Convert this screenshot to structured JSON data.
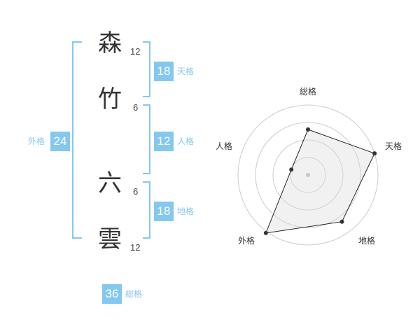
{
  "name": {
    "chars": [
      {
        "char": "森",
        "strokes": "12"
      },
      {
        "char": "竹",
        "strokes": "6"
      },
      {
        "char": "六",
        "strokes": "6"
      },
      {
        "char": "雲",
        "strokes": "12"
      }
    ]
  },
  "scores": {
    "tenkaku": {
      "value": "18",
      "label": "天格"
    },
    "jinkaku": {
      "value": "12",
      "label": "人格"
    },
    "chikaku": {
      "value": "18",
      "label": "地格"
    },
    "gaikaku": {
      "value": "24",
      "label": "外格"
    },
    "soukaku": {
      "value": "36",
      "label": "総格"
    }
  },
  "colors": {
    "accent": "#84c8f0",
    "text": "#333333"
  },
  "chart_data": {
    "type": "radar",
    "axes": [
      "総格",
      "天格",
      "地格",
      "外格",
      "人格"
    ],
    "rmax": 4,
    "values": [
      2.6,
      4.0,
      3.3,
      4.1,
      1.0
    ],
    "rings": 4
  }
}
